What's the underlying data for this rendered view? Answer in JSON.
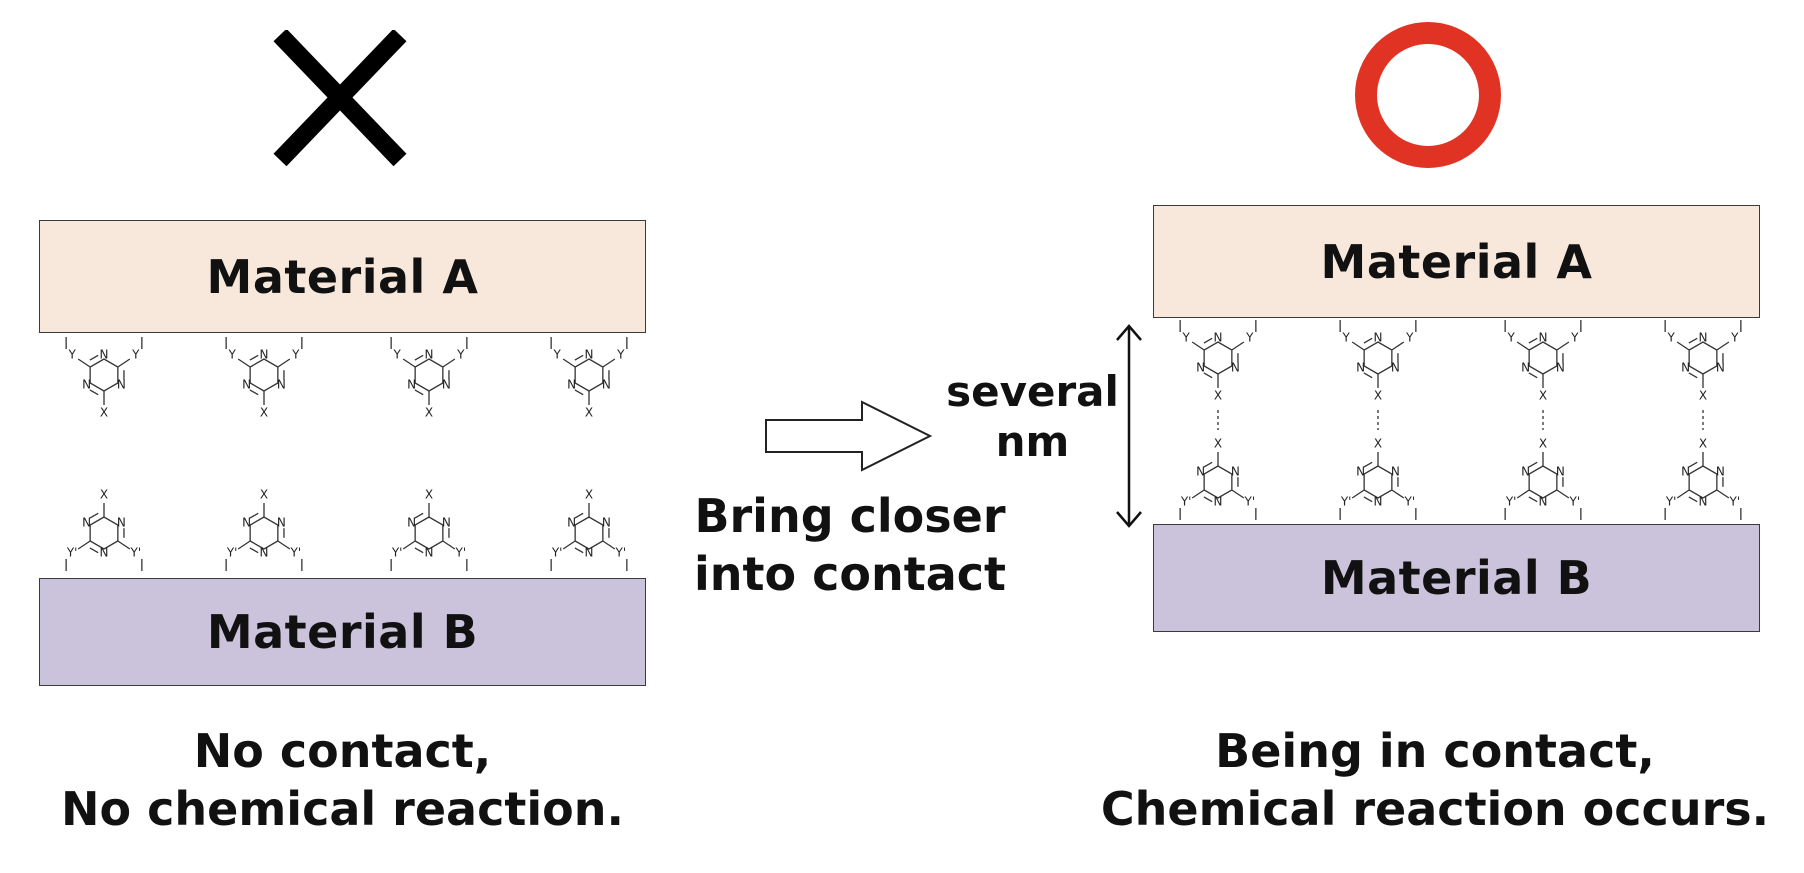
{
  "left_panel": {
    "status_symbol": "cross-mark",
    "material_a": "Material A",
    "material_b": "Material B",
    "caption_line1": "No contact,",
    "caption_line2": "No chemical reaction."
  },
  "middle": {
    "arrow_label_line1": "Bring closer",
    "arrow_label_line2": "into contact"
  },
  "right_panel": {
    "status_symbol": "circle-mark",
    "material_a": "Material A",
    "material_b": "Material B",
    "distance_line1": "several",
    "distance_line2": "nm",
    "caption_line1": "Being in contact,",
    "caption_line2": "Chemical reaction occurs."
  },
  "chemistry": {
    "ring_atom": "N",
    "top_substituent": "Y",
    "bottom_substituent": "Y'",
    "linker": "X"
  },
  "colors": {
    "material_a": "#f8e8dc",
    "material_b": "#cbc3dc",
    "circle_mark": "#e03324",
    "cross_mark": "#000000"
  }
}
